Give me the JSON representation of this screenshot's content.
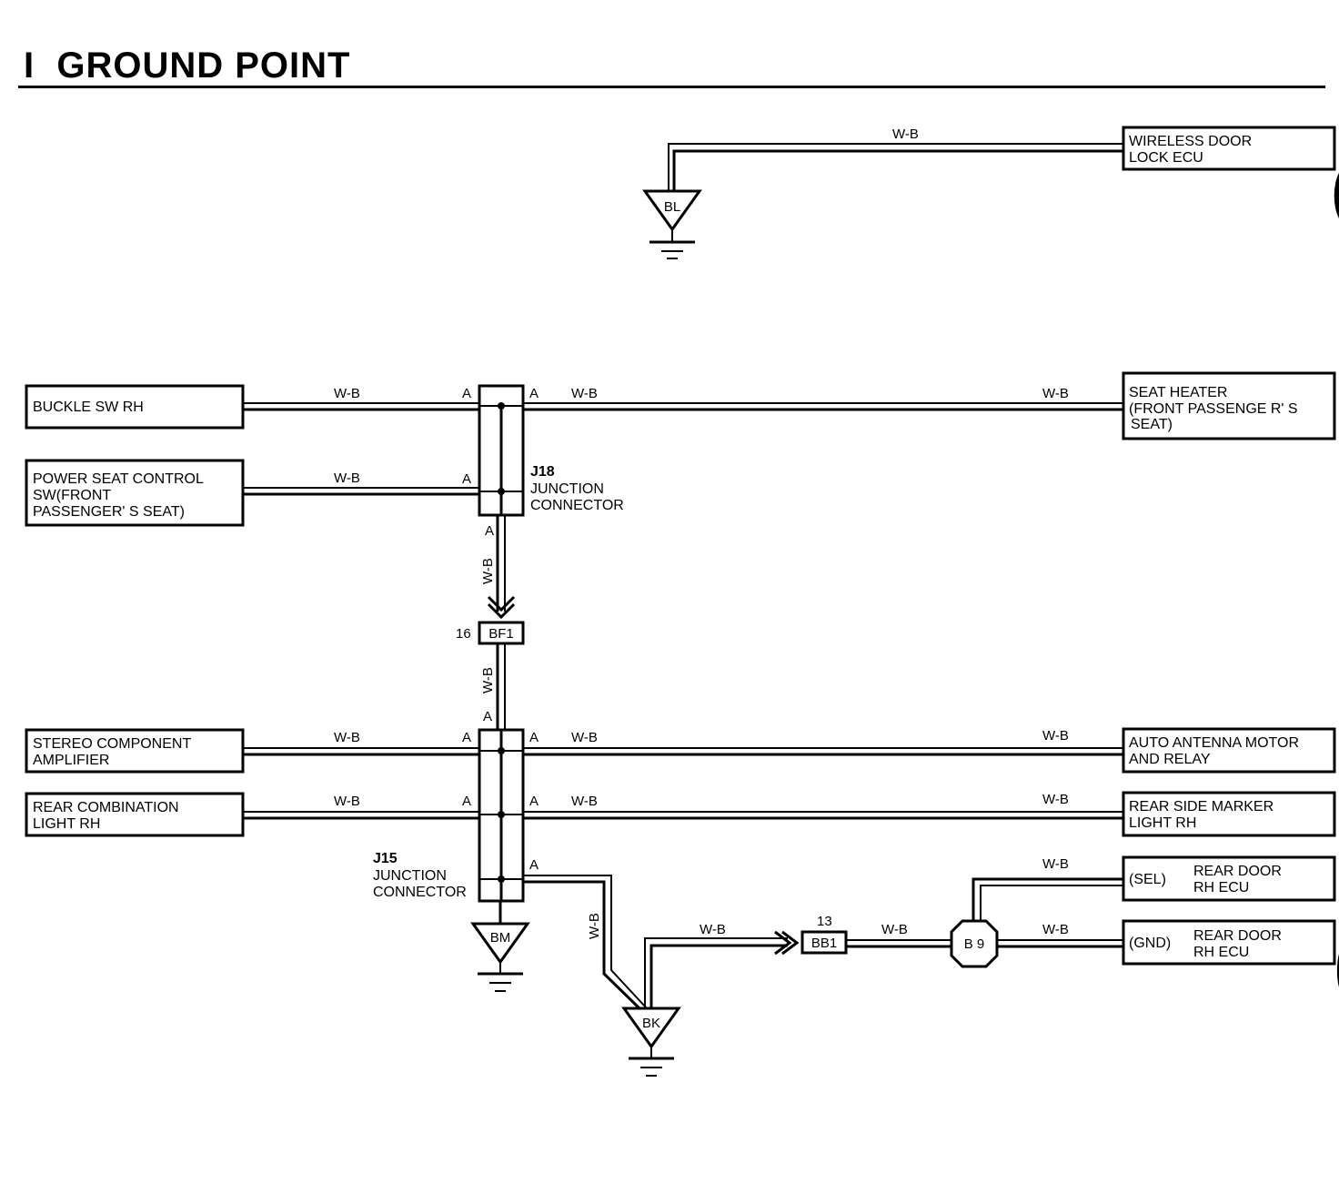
{
  "page": {
    "section_letter": "I",
    "title": "GROUND POINT"
  },
  "wire_color": "W-B",
  "pin_label": "A",
  "components": {
    "wireless_door_lock_ecu": [
      "WIRELESS DOOR",
      "LOCK ECU"
    ],
    "buckle_sw_rh": [
      "BUCKLE SW RH"
    ],
    "power_seat_control_sw": [
      "POWER SEAT CONTROL",
      "SW(FRONT",
      "PASSENGER' S SEAT)"
    ],
    "seat_heater": [
      "SEAT HEATER",
      "(FRONT PASSENGE R' S",
      " SEAT)"
    ],
    "stereo_component_amplifier": [
      "STEREO COMPONENT",
      "AMPLIFIER"
    ],
    "auto_antenna_motor": [
      "AUTO ANTENNA MOTOR",
      "AND RELAY"
    ],
    "rear_combination_light_rh": [
      "REAR COMBINATION",
      "LIGHT RH"
    ],
    "rear_side_marker_light_rh": [
      "REAR SIDE MARKER",
      "LIGHT RH"
    ],
    "rear_door_rh_ecu_sel": {
      "terminal": "(SEL)",
      "name": [
        "REAR DOOR",
        "RH ECU"
      ]
    },
    "rear_door_rh_ecu_gnd": {
      "terminal": "(GND)",
      "name": [
        "REAR DOOR",
        "RH ECU"
      ]
    }
  },
  "junctions": {
    "j18": {
      "id": "J18",
      "name": [
        "JUNCTION",
        "CONNECTOR"
      ]
    },
    "j15": {
      "id": "J15",
      "name": [
        "JUNCTION",
        "CONNECTOR"
      ]
    }
  },
  "connectors": {
    "bf1": {
      "id": "BF1",
      "pin": "16"
    },
    "bb1": {
      "id": "BB1",
      "pin": "13"
    },
    "b9": {
      "id": "B 9"
    }
  },
  "grounds": {
    "bl": "BL",
    "bm": "BM",
    "bk": "BK"
  }
}
